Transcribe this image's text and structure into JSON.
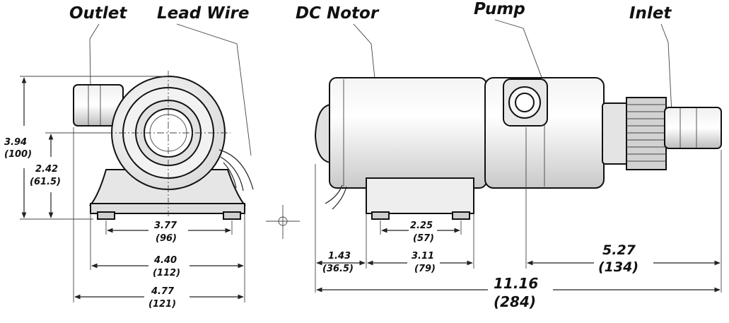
{
  "callouts": {
    "outlet": "Outlet",
    "lead_wire": "Lead Wire",
    "dc_motor": "DC Notor",
    "pump": "Pump",
    "inlet": "Inlet"
  },
  "front_view": {
    "height_overall": {
      "in": "3.94",
      "mm": "(100)"
    },
    "height_center": {
      "in": "2.42",
      "mm": "(61.5)"
    },
    "mount_holes": {
      "in": "3.77",
      "mm": "(96)"
    },
    "base_width": {
      "in": "4.40",
      "mm": "(112)"
    },
    "overall_width": {
      "in": "4.77",
      "mm": "(121)"
    }
  },
  "side_view": {
    "hole_spacing": {
      "in": "2.25",
      "mm": "(57)"
    },
    "front_offset": {
      "in": "1.43",
      "mm": "(36.5)"
    },
    "base_length": {
      "in": "3.11",
      "mm": "(79)"
    },
    "inlet_length": {
      "in": "5.27",
      "mm": "(134)"
    },
    "overall_length": {
      "in": "11.16",
      "mm": "(284)"
    }
  },
  "colors": {
    "line": "#111111",
    "fill_light": "#ececec",
    "fill_mid": "#d6d6d6"
  }
}
